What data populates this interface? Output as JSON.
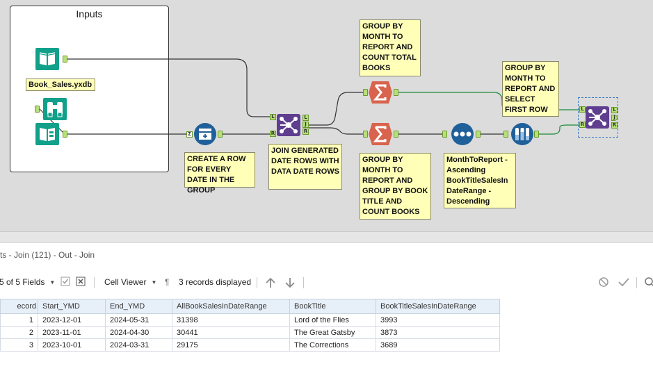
{
  "canvas": {
    "container_title": "Inputs",
    "input_tool_label": "Book_Sales.yxdb",
    "annotations": {
      "generate_rows": "CREATE A ROW FOR EVERY DATE IN THE GROUP",
      "join": "JOIN GENERATED DATE ROWS WITH DATA DATE ROWS",
      "summarize_top": "GROUP BY MONTH TO REPORT AND COUNT TOTAL BOOKS",
      "summarize_bottom": "GROUP BY MONTH TO REPORT AND GROUP BY BOOK TITLE AND COUNT BOOKS",
      "sort": "MonthToReport - Ascending BookTitleSalesIn DateRange - Descending",
      "sample": "GROUP BY MONTH TO REPORT AND SELECT FIRST ROW"
    },
    "anchors": {
      "join_left": "L",
      "join_right": "R",
      "join_out_l": "L",
      "join_out_j": "J",
      "join_out_r": "R",
      "generate_in": "Σ"
    }
  },
  "results": {
    "title": "ts - Join (121) - Out - Join",
    "fields_label": "5 of 5 Fields",
    "cell_viewer_label": "Cell Viewer",
    "pilcrow": "¶",
    "records_label": "3 records displayed",
    "columns": [
      "ecord",
      "Start_YMD",
      "End_YMD",
      "AllBookSalesInDateRange",
      "BookTitle",
      "BookTitleSalesInDateRange"
    ],
    "rows": [
      [
        "1",
        "2023-12-01",
        "2024-05-31",
        "31398",
        "Lord of the Flies",
        "3993"
      ],
      [
        "2",
        "2023-11-01",
        "2024-04-30",
        "30441",
        "The Great Gatsby",
        "3873"
      ],
      [
        "3",
        "2023-10-01",
        "2024-03-31",
        "29175",
        "The Corrections",
        "3689"
      ]
    ]
  },
  "colors": {
    "input_teal": "#11a08a",
    "summarize_red": "#d8644d",
    "join_purple": "#5f3e8f",
    "blue_tool": "#1f5f9a",
    "note_yellow": "#ffffb8",
    "canvas_bg": "#dcdcdc"
  },
  "icons": [
    "book-input-icon",
    "binoculars-browse-icon",
    "book-input-icon-2",
    "generate-rows-icon",
    "join-icon",
    "summarize-icon",
    "sort-icon",
    "sample-icon",
    "union-join-icon",
    "chevron-down-icon",
    "checkbox-icon",
    "close-box-icon",
    "arrow-up-icon",
    "arrow-down-icon",
    "cancel-icon",
    "check-icon",
    "search-icon"
  ]
}
